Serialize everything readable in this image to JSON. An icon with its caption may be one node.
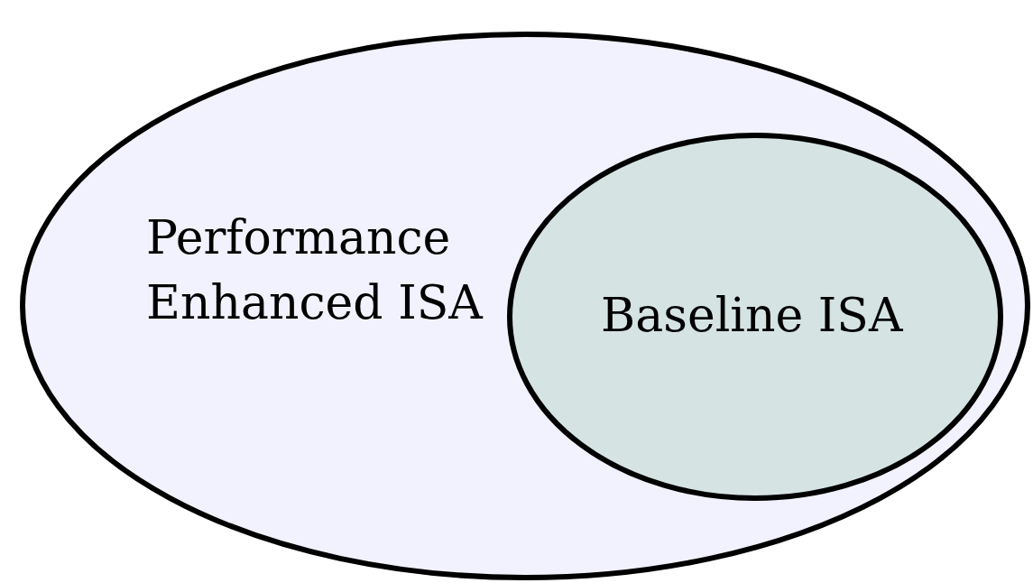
{
  "diagram": {
    "nodes": [
      {
        "text": [
          "Performance Enhanced ISA"
        ]
      },
      {
        "text": [
          "Baseline ISA"
        ],
        "in": 0
      }
    ]
  }
}
